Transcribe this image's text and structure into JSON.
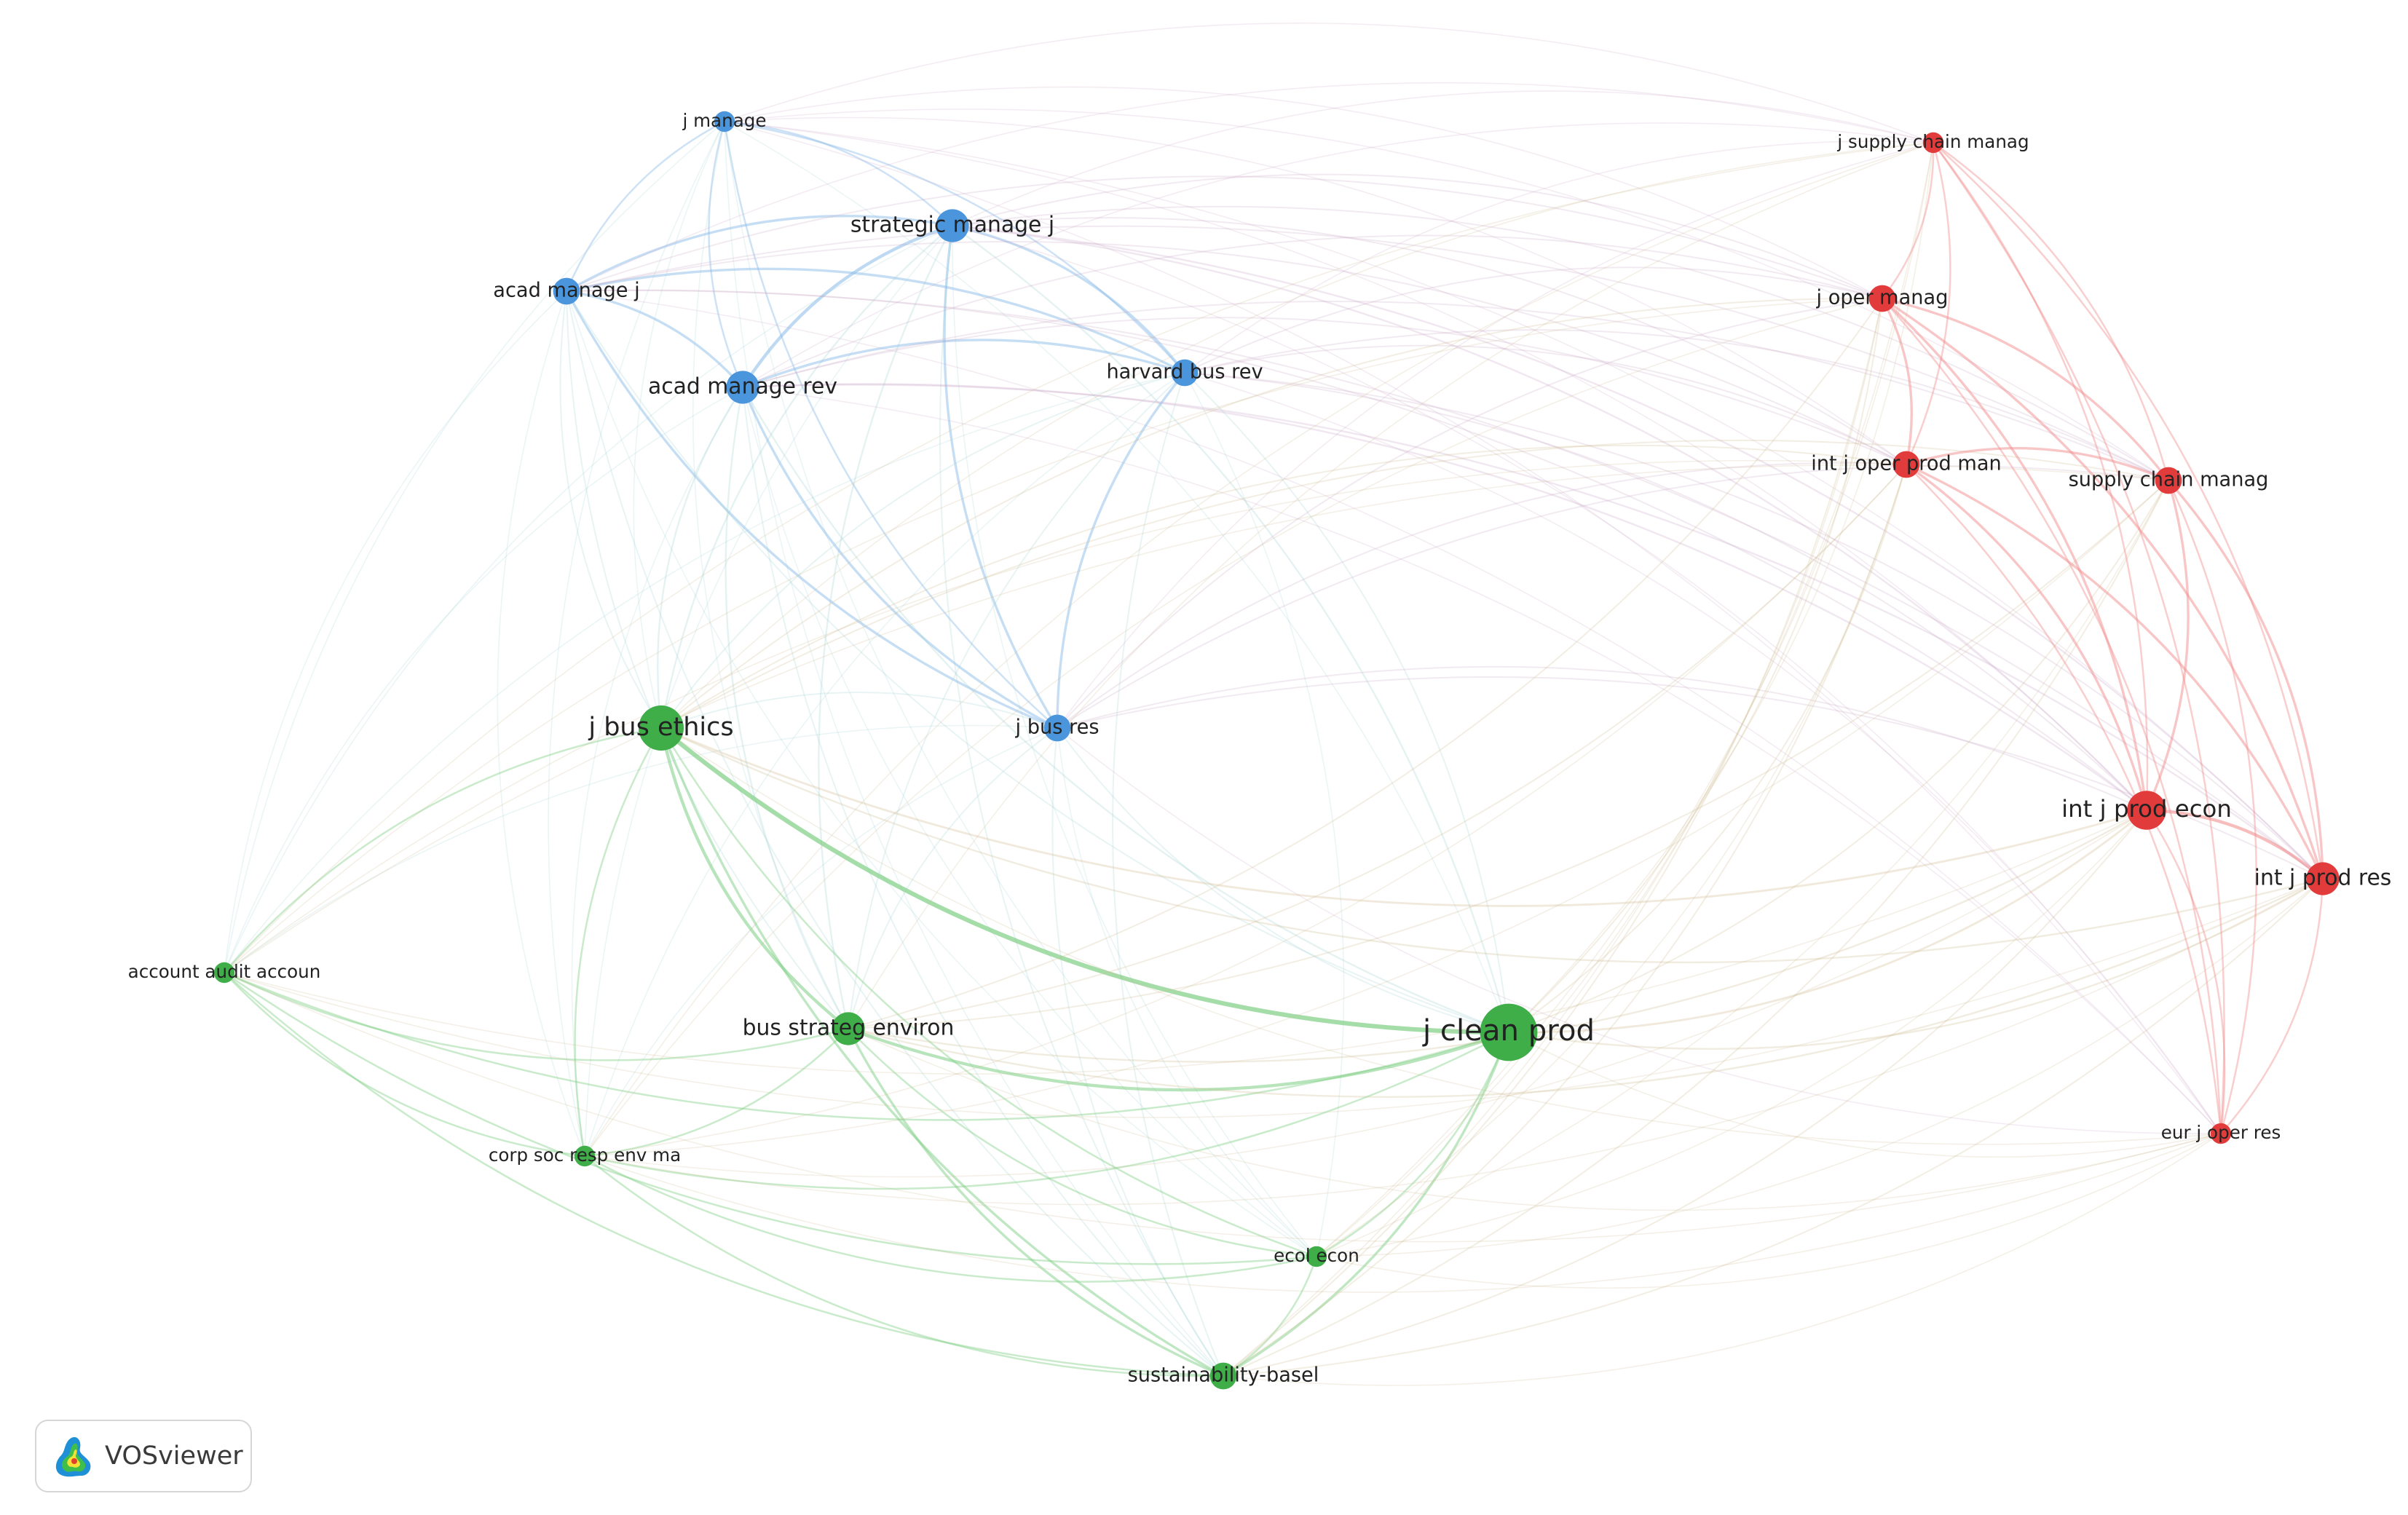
{
  "graph": {
    "clusters": [
      {
        "id": "blue",
        "color": "#4a95db",
        "edge_color": "#8bbbe8"
      },
      {
        "id": "green",
        "color": "#3fae49",
        "edge_color": "#7fcf84"
      },
      {
        "id": "red",
        "color": "#e23b3b",
        "edge_color": "#f08a8a"
      }
    ],
    "nodes": [
      {
        "id": "j-manage",
        "label": "j manage",
        "cluster": "blue",
        "weight": 1
      },
      {
        "id": "strategic-manage-j",
        "label": "strategic manage j",
        "cluster": "blue",
        "weight": 3
      },
      {
        "id": "acad-manage-j",
        "label": "acad manage j",
        "cluster": "blue",
        "weight": 2
      },
      {
        "id": "acad-manage-rev",
        "label": "acad manage rev",
        "cluster": "blue",
        "weight": 3
      },
      {
        "id": "harvard-bus-rev",
        "label": "harvard bus rev",
        "cluster": "blue",
        "weight": 2
      },
      {
        "id": "j-bus-res",
        "label": "j bus res",
        "cluster": "blue",
        "weight": 2
      },
      {
        "id": "j-bus-ethics",
        "label": "j bus ethics",
        "cluster": "green",
        "weight": 5
      },
      {
        "id": "account-audit-accoun",
        "label": "account audit accoun",
        "cluster": "green",
        "weight": 1
      },
      {
        "id": "bus-strateg-environ",
        "label": "bus strateg environ",
        "cluster": "green",
        "weight": 3
      },
      {
        "id": "j-clean-prod",
        "label": "j clean prod",
        "cluster": "green",
        "weight": 7
      },
      {
        "id": "corp-soc-resp-env-ma",
        "label": "corp soc resp env ma",
        "cluster": "green",
        "weight": 1
      },
      {
        "id": "ecol-econ",
        "label": "ecol econ",
        "cluster": "green",
        "weight": 1
      },
      {
        "id": "sustainability-basel",
        "label": "sustainability-basel",
        "cluster": "green",
        "weight": 2
      },
      {
        "id": "j-supply-chain-manag",
        "label": "j supply chain manag",
        "cluster": "red",
        "weight": 1
      },
      {
        "id": "j-oper-manag",
        "label": "j oper manag",
        "cluster": "red",
        "weight": 2
      },
      {
        "id": "int-j-oper-prod-man",
        "label": "int j oper prod man",
        "cluster": "red",
        "weight": 2
      },
      {
        "id": "supply-chain-manag",
        "label": "supply chain manag",
        "cluster": "red",
        "weight": 2
      },
      {
        "id": "int-j-prod-econ",
        "label": "int j prod econ",
        "cluster": "red",
        "weight": 4
      },
      {
        "id": "int-j-prod-res",
        "label": "int j prod res",
        "cluster": "red",
        "weight": 3
      },
      {
        "id": "eur-j-oper-res",
        "label": "eur j oper res",
        "cluster": "red",
        "weight": 1
      }
    ]
  },
  "logo": {
    "text": "VOSviewer",
    "icon": "vosviewer-heatmap-icon"
  }
}
